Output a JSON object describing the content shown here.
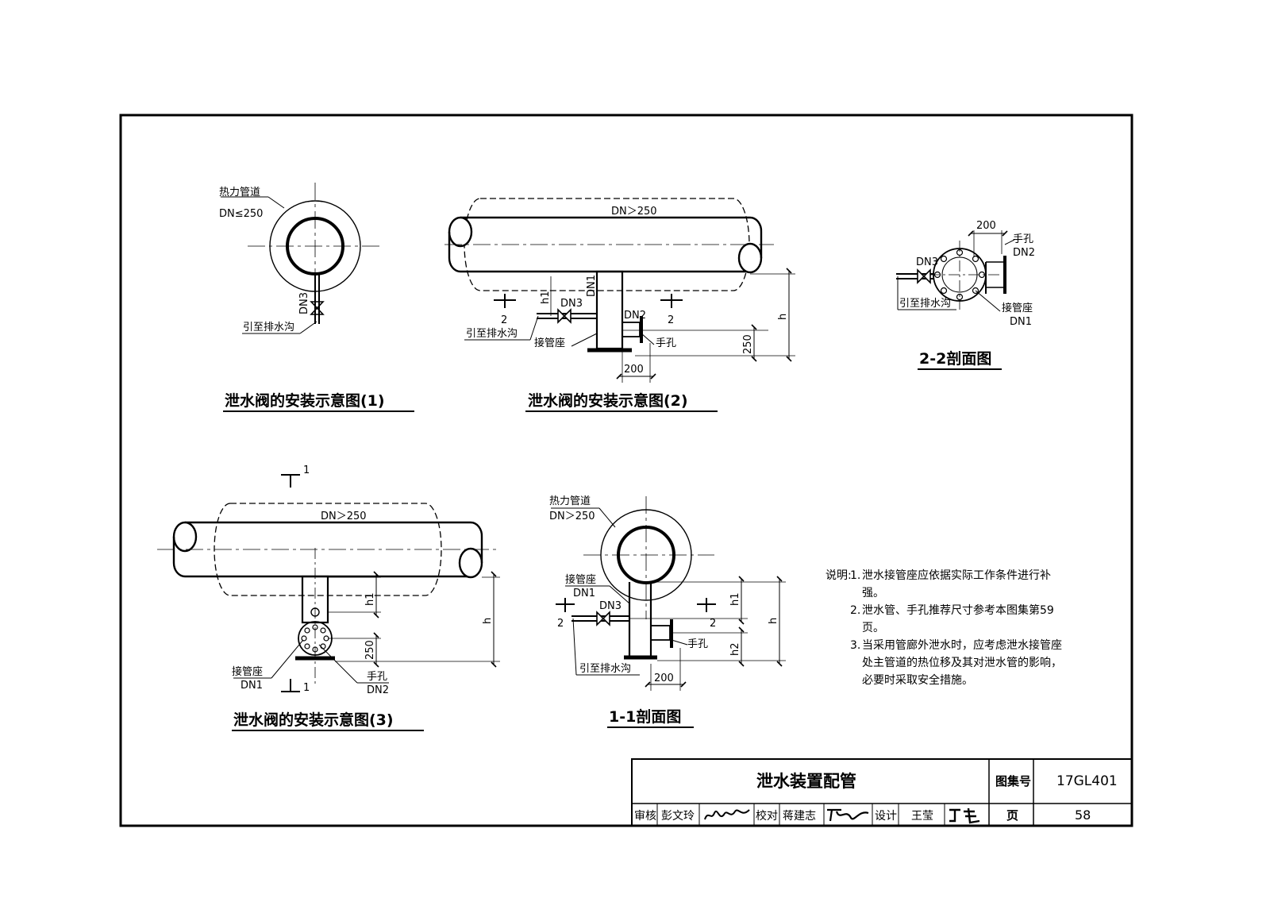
{
  "labels": {
    "heat_pipe": "热力管道",
    "dn_le_250": "DN≤250",
    "dn_gt_250": "DN＞250",
    "dn1": "DN1",
    "dn2": "DN2",
    "dn3": "DN3",
    "to_drain": "引至排水沟",
    "socket_seat": "接管座",
    "hand_hole": "手孔",
    "h": "h",
    "h1": "h1",
    "h2": "h2",
    "dim_250": "250",
    "dim_200": "200",
    "sec_1": "1",
    "sec_2": "2"
  },
  "titles": {
    "fig1": "泄水阀的安装示意图(1)",
    "fig2": "泄水阀的安装示意图(2)",
    "fig3": "泄水阀的安装示意图(3)",
    "sec22": "2-2剖面图",
    "sec11": "1-1剖面图"
  },
  "notes": {
    "header": "说明:",
    "items": [
      {
        "num": "1.",
        "text": "泄水接管座应依据实际工作条件进行补强。"
      },
      {
        "num": "2.",
        "text": "泄水管、手孔推荐尺寸参考本图集第59页。"
      },
      {
        "num": "3.",
        "text": "当采用管廊外泄水时，应考虑泄水接管座处主管道的热位移及其对泄水管的影响，必要时采取安全措施。"
      }
    ]
  },
  "title_block": {
    "drawing_title": "泄水装置配管",
    "atlas_no_label": "图集号",
    "atlas_no": "17GL401",
    "review_label": "审核",
    "reviewer": "彭文玲",
    "check_label": "校对",
    "checker": "蒋建志",
    "design_label": "设计",
    "designer": "王莹",
    "page_label": "页",
    "page_no": "58"
  }
}
